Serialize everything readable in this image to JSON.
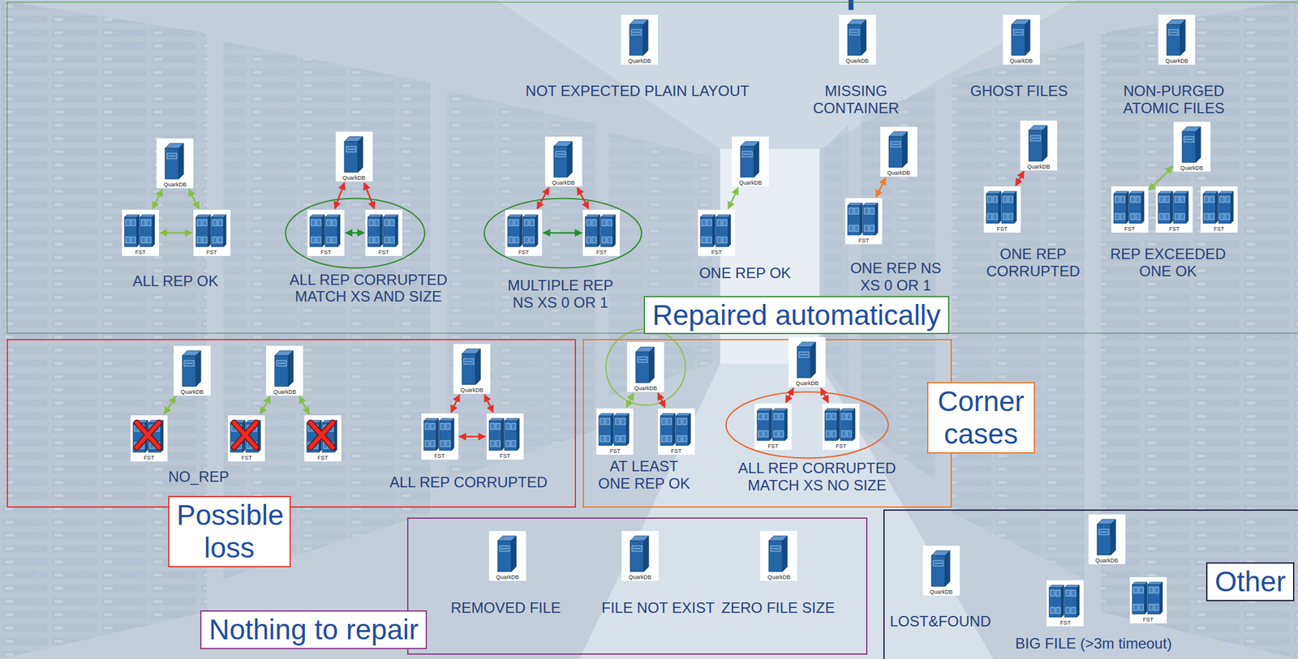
{
  "diagram": {
    "nodes": [
      {
        "text": [
          "Repaired automatically"
        ]
      },
      {
        "text": [
          "QuarkDB"
        ],
        "in": 0
      },
      {
        "text": [
          "QuarkDB"
        ],
        "in": 0
      },
      {
        "text": [
          "QuarkDB"
        ],
        "in": 0
      },
      {
        "text": [
          "QuarkDB"
        ],
        "in": 0
      },
      {
        "text": [
          "QuarkDB"
        ],
        "in": 0
      },
      {
        "text": [
          "FST"
        ],
        "in": 0
      },
      {
        "text": [
          "FST"
        ],
        "in": 0
      },
      {
        "text": [
          "QuarkDB"
        ],
        "in": 0
      },
      {
        "text": [
          "FST"
        ],
        "in": 0
      },
      {
        "text": [
          "FST"
        ],
        "in": 0
      },
      {
        "text": [
          "QuarkDB"
        ],
        "in": 0
      },
      {
        "text": [
          "FST"
        ],
        "in": 0
      },
      {
        "text": [
          "FST"
        ],
        "in": 0
      },
      {
        "text": [
          "QuarkDB"
        ],
        "in": 0
      },
      {
        "text": [
          "FST"
        ],
        "in": 0
      },
      {
        "text": [
          "QuarkDB"
        ],
        "in": 0
      },
      {
        "text": [
          "FST"
        ],
        "in": 0
      },
      {
        "text": [
          "QuarkDB"
        ],
        "in": 0
      },
      {
        "text": [
          "FST"
        ],
        "in": 0
      },
      {
        "text": [
          "QuarkDB"
        ],
        "in": 0
      },
      {
        "text": [
          "FST"
        ],
        "in": 0
      },
      {
        "text": [
          "FST"
        ],
        "in": 0
      },
      {
        "text": [
          "FST"
        ],
        "in": 0
      },
      {
        "text": [
          "Possible loss"
        ]
      },
      {
        "text": [
          "QuarkDB"
        ],
        "in": 24
      },
      {
        "text": [
          "FST"
        ],
        "in": 24
      },
      {
        "text": [
          "QuarkDB"
        ],
        "in": 24
      },
      {
        "text": [
          "FST"
        ],
        "in": 24
      },
      {
        "text": [
          "FST"
        ],
        "in": 24
      },
      {
        "text": [
          "QuarkDB"
        ],
        "in": 24
      },
      {
        "text": [
          "FST"
        ],
        "in": 24
      },
      {
        "text": [
          "FST"
        ],
        "in": 24
      },
      {
        "text": [
          "Corner cases"
        ]
      },
      {
        "text": [
          "QuarkDB"
        ],
        "in": 33
      },
      {
        "text": [
          "FST"
        ],
        "in": 33
      },
      {
        "text": [
          "FST"
        ],
        "in": 33
      },
      {
        "text": [
          "QuarkDB"
        ],
        "in": 33
      },
      {
        "text": [
          "FST"
        ],
        "in": 33
      },
      {
        "text": [
          "FST"
        ],
        "in": 33
      },
      {
        "text": [
          "Nothing to repair"
        ]
      },
      {
        "text": [
          "QuarkDB"
        ],
        "in": 40
      },
      {
        "text": [
          "QuarkDB"
        ],
        "in": 40
      },
      {
        "text": [
          "QuarkDB"
        ],
        "in": 40
      },
      {
        "text": [
          "Other"
        ]
      },
      {
        "text": [
          "QuarkDB"
        ],
        "in": 44
      },
      {
        "text": [
          "QuarkDB"
        ],
        "in": 44
      },
      {
        "text": [
          "FST"
        ],
        "in": 44
      },
      {
        "text": [
          "FST"
        ],
        "in": 44
      }
    ],
    "edges": [
      {
        "from": 5,
        "to": 6,
        "arrow": "both"
      },
      {
        "from": 5,
        "to": 7,
        "arrow": "both"
      },
      {
        "from": 6,
        "to": 7,
        "arrow": "both"
      },
      {
        "from": 8,
        "to": 9,
        "arrow": "both"
      },
      {
        "from": 8,
        "to": 10,
        "arrow": "both"
      },
      {
        "from": 9,
        "to": 10,
        "arrow": "both"
      },
      {
        "from": 11,
        "to": 12,
        "arrow": "both"
      },
      {
        "from": 11,
        "to": 13,
        "arrow": "both"
      },
      {
        "from": 12,
        "to": 13,
        "arrow": "both"
      },
      {
        "from": 14,
        "to": 15,
        "arrow": "both"
      },
      {
        "from": 16,
        "to": 17,
        "arrow": "both"
      },
      {
        "from": 18,
        "to": 19,
        "arrow": "both"
      },
      {
        "from": 20,
        "to": 21,
        "arrow": "both"
      },
      {
        "from": 25,
        "to": 26,
        "arrow": "both"
      },
      {
        "from": 27,
        "to": 28,
        "arrow": "both"
      },
      {
        "from": 27,
        "to": 29,
        "arrow": "both"
      },
      {
        "from": 30,
        "to": 31,
        "arrow": "both"
      },
      {
        "from": 30,
        "to": 32,
        "arrow": "both"
      },
      {
        "from": 31,
        "to": 32,
        "arrow": "both"
      },
      {
        "from": 34,
        "to": 35,
        "arrow": "both"
      },
      {
        "from": 34,
        "to": 36,
        "arrow": "both"
      },
      {
        "from": 37,
        "to": 38,
        "arrow": "both"
      },
      {
        "from": 37,
        "to": 39,
        "arrow": "both"
      }
    ],
    "labels": [
      "NOT EXPECTED PLAIN LAYOUT",
      "MISSING CONTAINER",
      "GHOST FILES",
      "NON-PURGED ATOMIC FILES",
      "ALL REP OK",
      "ALL REP CORRUPTED MATCH XS AND SIZE",
      "MULTIPLE REP NS XS 0 OR 1",
      "ONE REP OK",
      "ONE REP NS XS 0 OR 1",
      "ONE REP CORRUPTED",
      "REP EXCEEDED ONE OK",
      "NO_REP",
      "ALL REP CORRUPTED",
      "AT LEAST ONE REP OK",
      "ALL REP CORRUPTED MATCH XS NO SIZE",
      "REMOVED FILE",
      "FILE NOT EXIST",
      "ZERO FILE SIZE",
      "LOST&FOUND",
      "BIG FILE (>3m timeout)"
    ]
  }
}
